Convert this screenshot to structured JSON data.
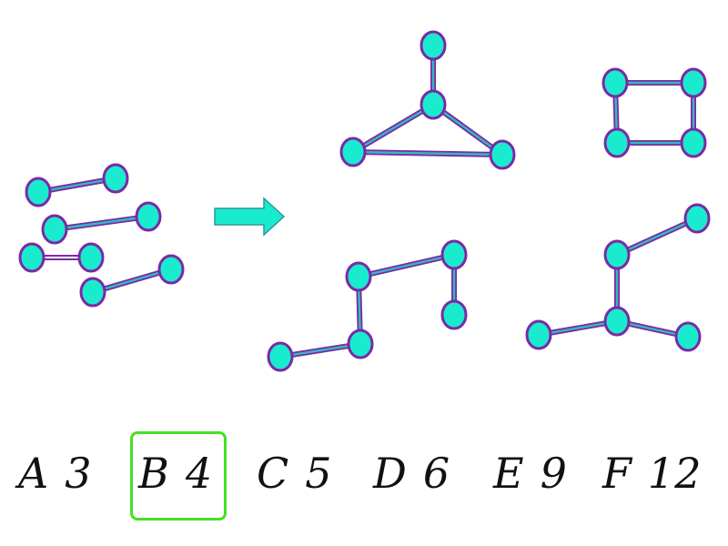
{
  "answer_options": [
    {
      "letter": "A",
      "number": "3"
    },
    {
      "letter": "B",
      "number": "4"
    },
    {
      "letter": "C",
      "number": "5"
    },
    {
      "letter": "D",
      "number": "6"
    },
    {
      "letter": "E",
      "number": "9"
    },
    {
      "letter": "F",
      "number": "12"
    }
  ],
  "selected_option": "B",
  "colors": {
    "node_fill": "#19ecce",
    "node_stroke": "#7a2aa4",
    "edge_main": "#7a2aa4",
    "edge_highlight": "#2ad1c6",
    "arrow_fill": "#19ecce",
    "arrow_stroke": "#2a9a9a",
    "selection_border": "#44e024"
  },
  "icons": {
    "arrow": "right-arrow-icon"
  }
}
